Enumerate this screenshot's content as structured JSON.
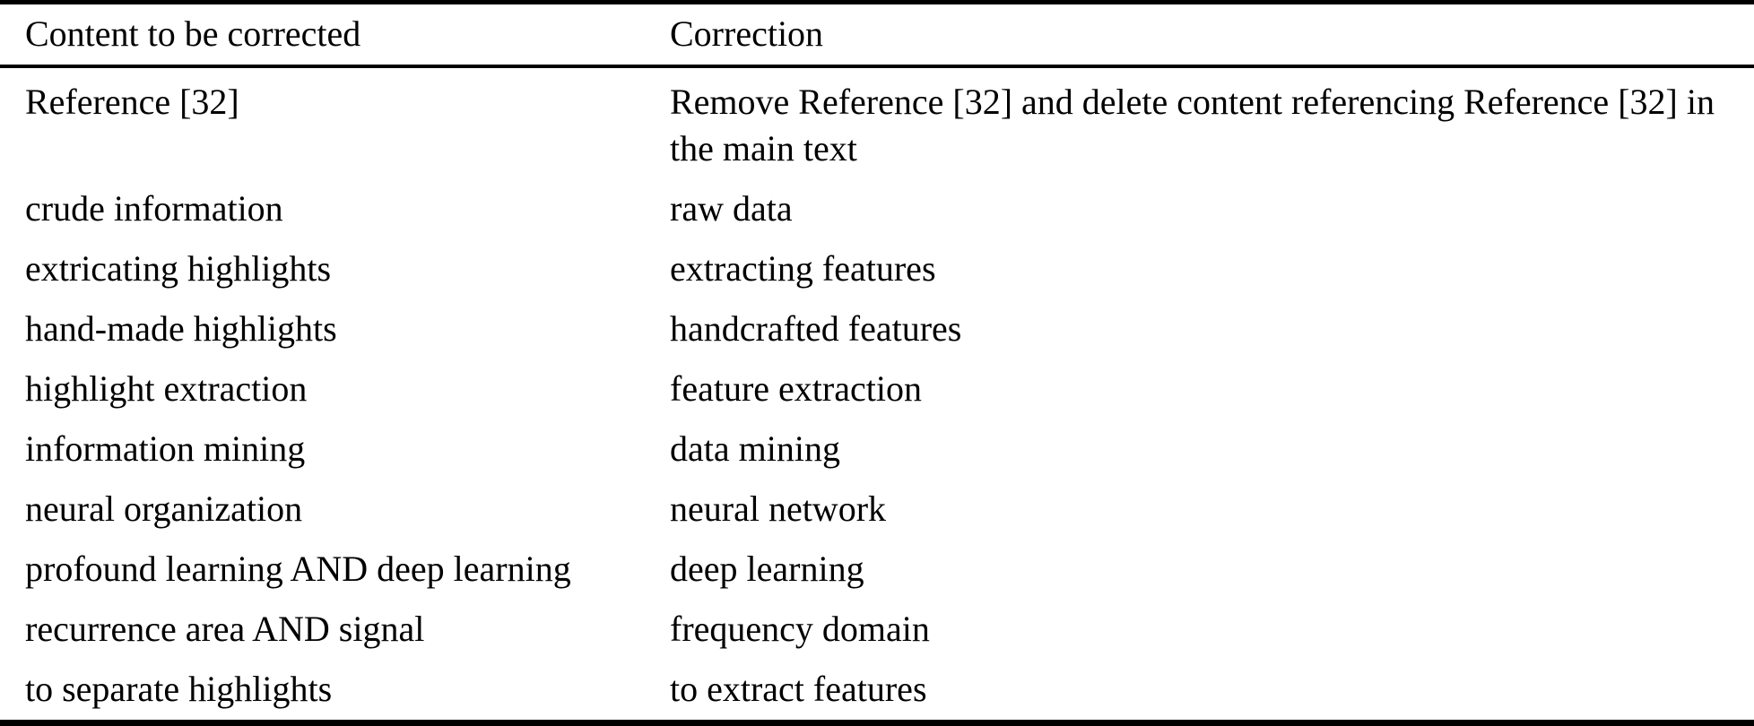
{
  "table": {
    "title": "correction-table",
    "columns": {
      "content": "Content to be corrected",
      "correction": "Correction"
    },
    "rows": [
      {
        "content": "Reference [32]",
        "correction": "Remove Reference [32] and delete content referencing Reference [32] in the main text"
      },
      {
        "content": "crude information",
        "correction": "raw data"
      },
      {
        "content": "extricating highlights",
        "correction": "extracting features"
      },
      {
        "content": "hand-made highlights",
        "correction": "handcrafted features"
      },
      {
        "content": "highlight extraction",
        "correction": "feature extraction"
      },
      {
        "content": "information mining",
        "correction": "data mining"
      },
      {
        "content": "neural organization",
        "correction": "neural network"
      },
      {
        "content": "profound learning AND deep learning",
        "correction": "deep learning"
      },
      {
        "content": "recurrence area AND signal",
        "correction": "frequency domain"
      },
      {
        "content": "to separate highlights",
        "correction": "to extract features"
      }
    ]
  },
  "colors": {
    "text": "#000000",
    "background": "#ffffff",
    "rule": "#000000"
  }
}
